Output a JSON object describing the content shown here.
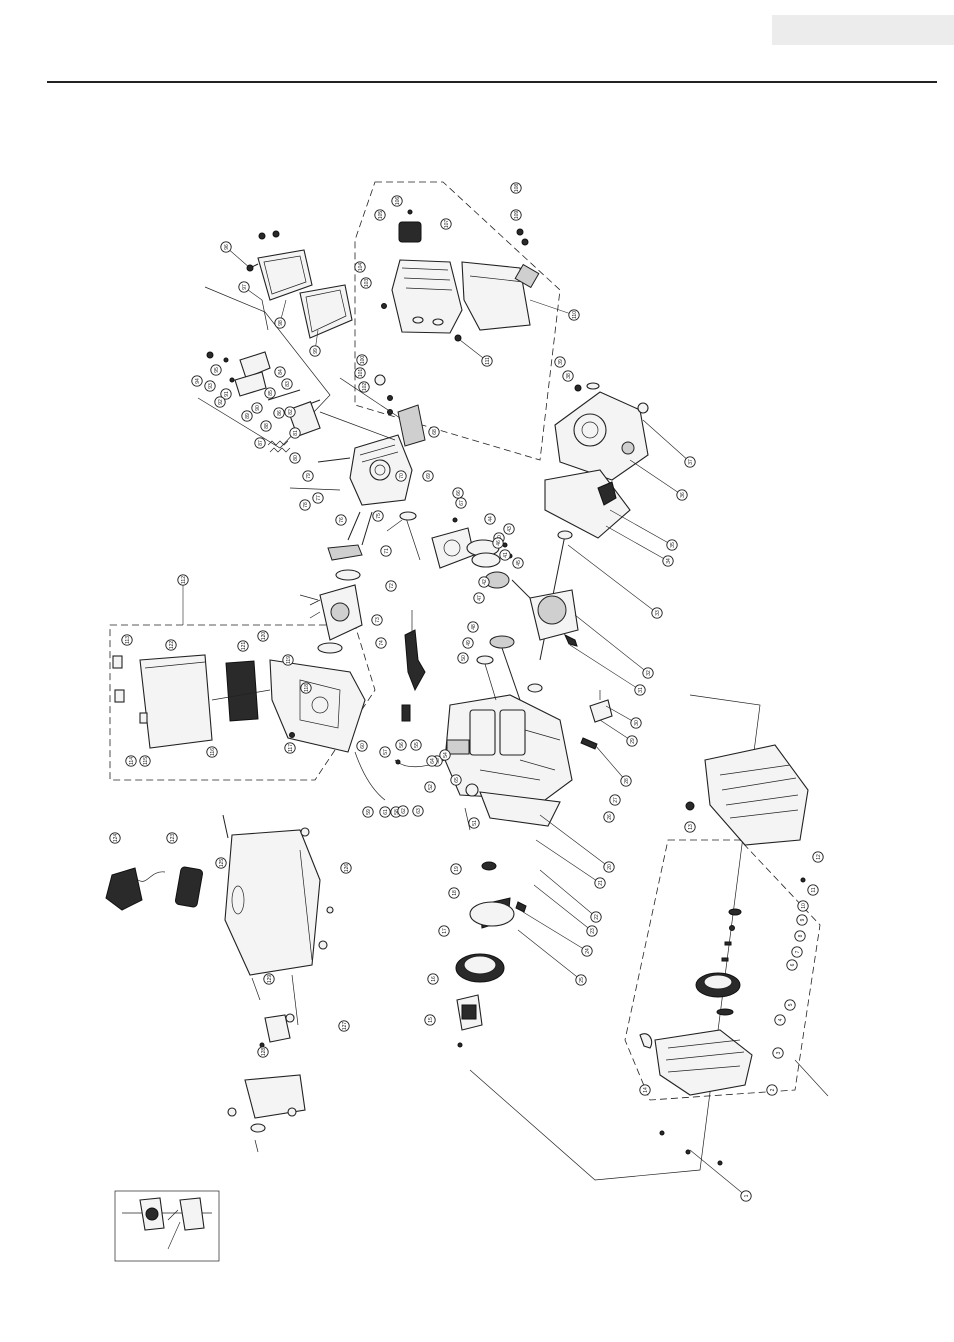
{
  "header": {
    "label": ""
  },
  "diagram": {
    "callouts": [
      "1",
      "2",
      "3",
      "4",
      "5",
      "6",
      "7",
      "8",
      "9",
      "10",
      "11",
      "12",
      "13",
      "14",
      "15",
      "16",
      "17",
      "18",
      "19",
      "20",
      "21",
      "22",
      "23",
      "24",
      "25",
      "26",
      "27",
      "28",
      "29",
      "30",
      "31",
      "32",
      "33",
      "34",
      "35",
      "36",
      "37",
      "38",
      "39",
      "40",
      "41",
      "42",
      "43",
      "44",
      "45",
      "46",
      "47",
      "48",
      "49",
      "50",
      "51",
      "52",
      "53",
      "54",
      "55",
      "56",
      "57",
      "58",
      "59",
      "60",
      "61",
      "62",
      "63",
      "64",
      "65",
      "66",
      "67",
      "68",
      "69",
      "70",
      "71",
      "72",
      "73",
      "74",
      "75",
      "76",
      "77",
      "78",
      "79",
      "80",
      "81",
      "82",
      "83",
      "84",
      "85",
      "86",
      "87",
      "88",
      "89",
      "90",
      "91",
      "92",
      "93",
      "94",
      "95",
      "96",
      "97",
      "98",
      "99",
      "100",
      "101",
      "102",
      "103",
      "104",
      "105",
      "106",
      "107",
      "108",
      "109",
      "110",
      "111",
      "112",
      "113",
      "114",
      "115",
      "116",
      "117",
      "118",
      "119",
      "120",
      "121",
      "122",
      "123",
      "124",
      "125",
      "126",
      "127",
      "128",
      "129"
    ]
  }
}
